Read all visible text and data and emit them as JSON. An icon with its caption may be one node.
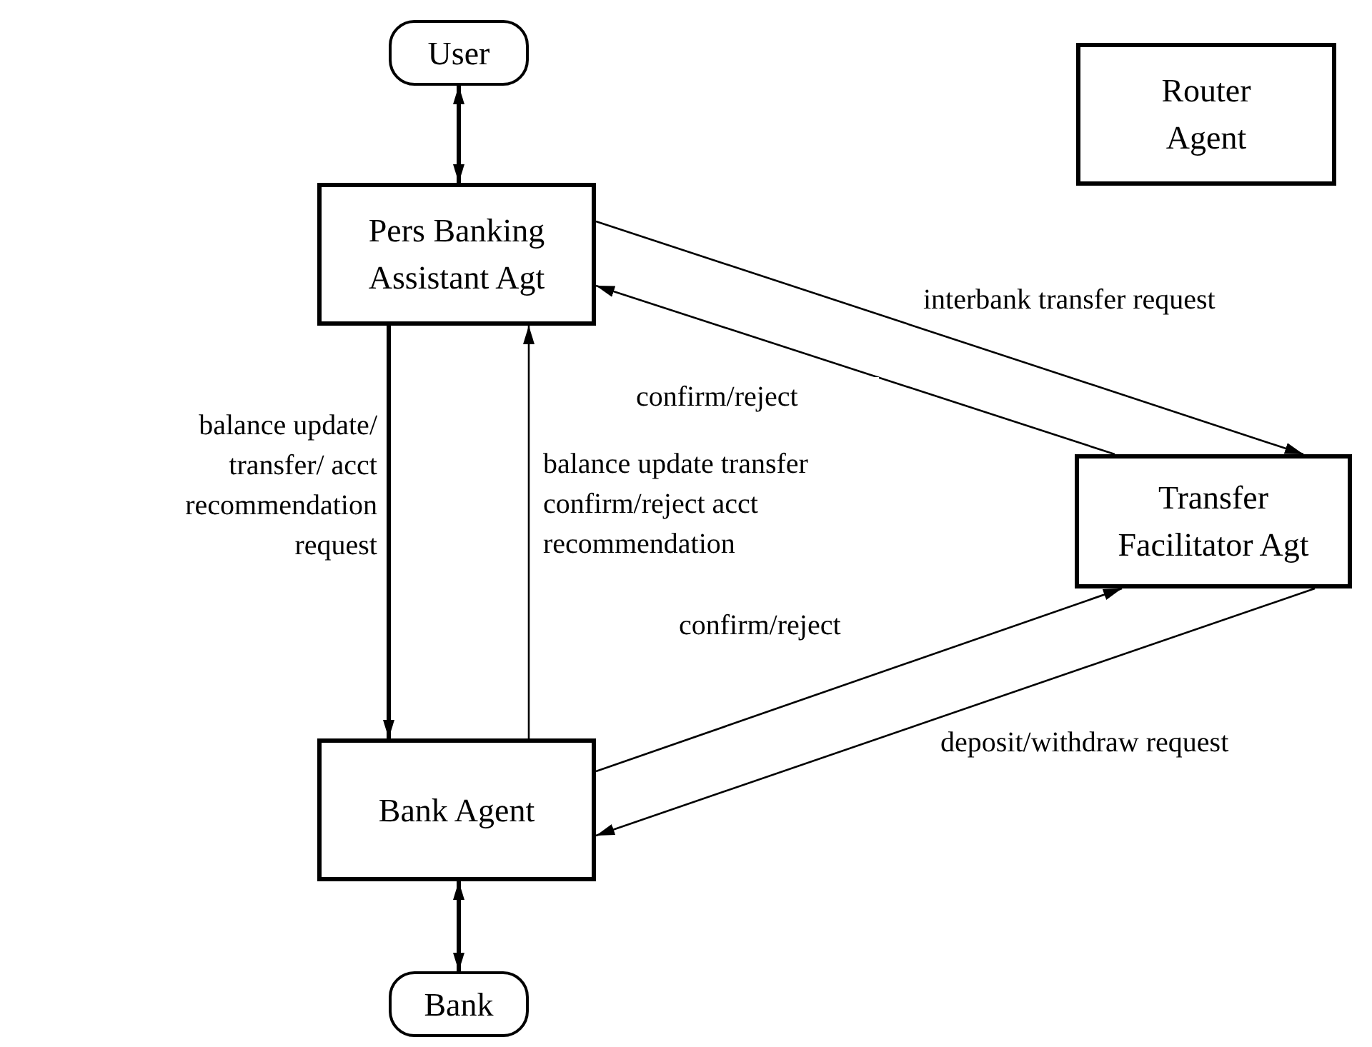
{
  "diagram": {
    "nodes": [
      {
        "text": [
          "User"
        ]
      },
      {
        "text": [
          "Router Agent"
        ]
      },
      {
        "text": [
          "Pers Banking Assistant Agt"
        ]
      },
      {
        "text": [
          "Transfer Facilitator Agt"
        ]
      },
      {
        "text": [
          "Bank Agent"
        ]
      },
      {
        "text": [
          "Bank"
        ]
      }
    ],
    "edges": [
      {
        "from": 0,
        "to": 2,
        "arrow": "both",
        "style": "thick"
      },
      {
        "from": 2,
        "to": 4,
        "arrow": "to",
        "style": "thick",
        "label": "balance update/ transfer/ acct recommendation request"
      },
      {
        "from": 4,
        "to": 2,
        "arrow": "to",
        "label": "balance update transfer confirm/reject acct recommendation"
      },
      {
        "from": 2,
        "to": 3,
        "arrow": "to",
        "label": "interbank transfer request"
      },
      {
        "from": 3,
        "to": 2,
        "arrow": "to",
        "label": "confirm/reject"
      },
      {
        "from": 4,
        "to": 3,
        "arrow": "to",
        "label": "confirm/reject"
      },
      {
        "from": 3,
        "to": 4,
        "arrow": "to",
        "label": "deposit/withdraw request"
      },
      {
        "from": 4,
        "to": 5,
        "arrow": "both",
        "style": "thick"
      }
    ]
  }
}
